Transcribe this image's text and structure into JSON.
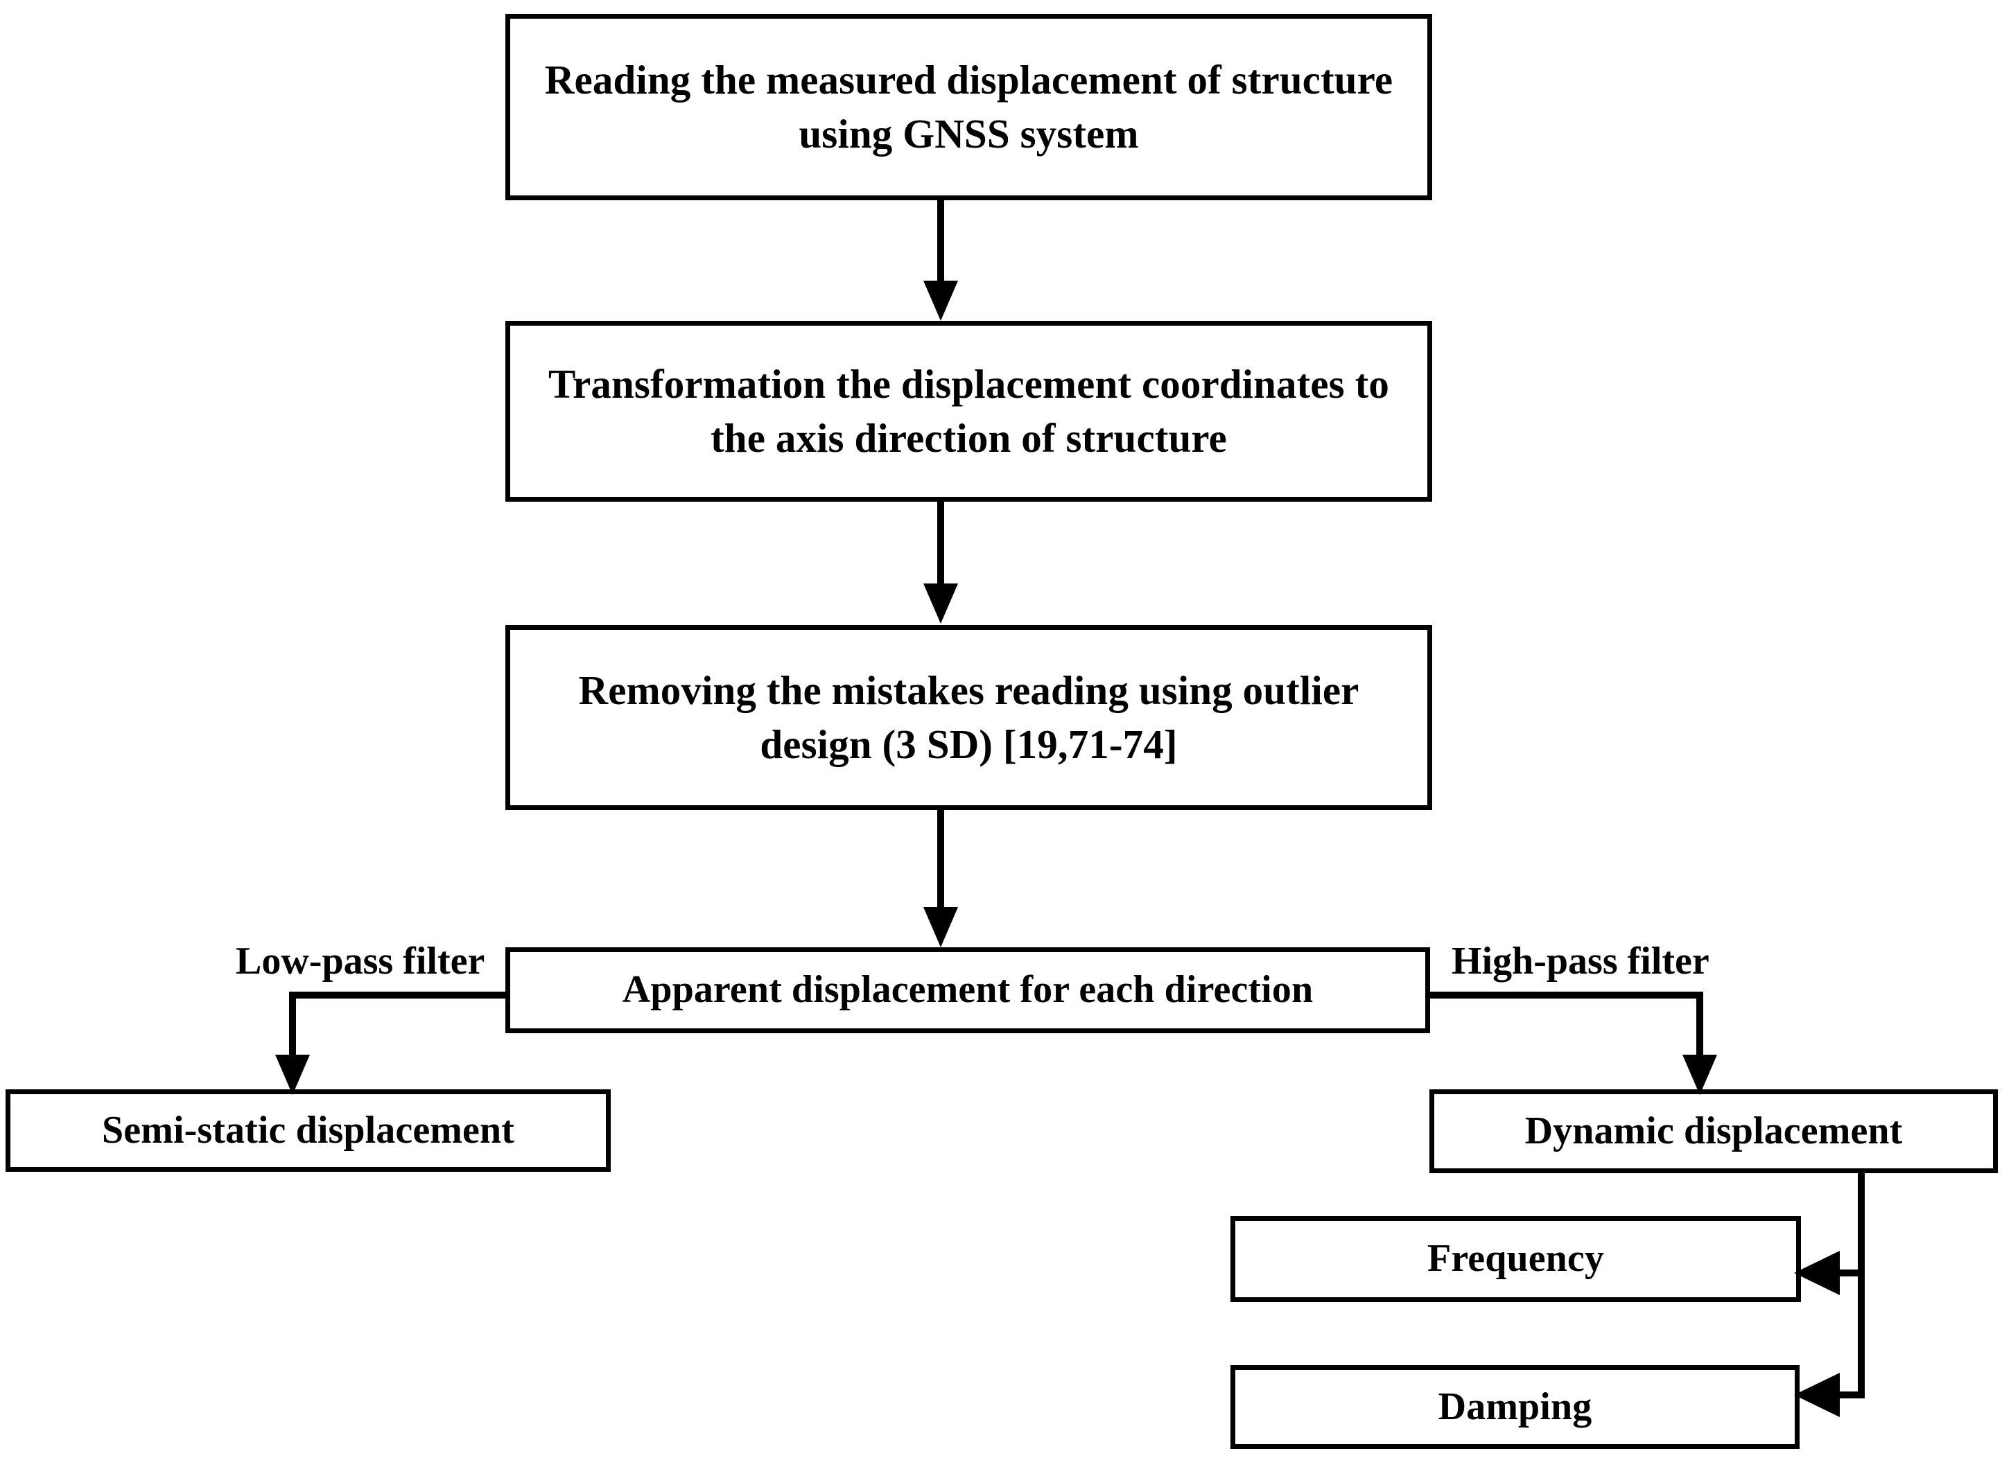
{
  "diagram": {
    "title": "GNSS structural displacement processing flowchart",
    "orientation": "top-to-bottom",
    "stroke_color": "#000000",
    "fill_color": "#ffffff",
    "nodes": [
      {
        "id": "read",
        "label": "Reading the measured displacement of structure using GNSS system",
        "shape": "rectangle"
      },
      {
        "id": "transform",
        "label": "Transformation the displacement coordinates to the axis direction of structure",
        "shape": "rectangle"
      },
      {
        "id": "outlier",
        "label": "Removing the mistakes reading using outlier design (3 SD) [19,71-74]",
        "shape": "rectangle"
      },
      {
        "id": "apparent",
        "label": "Apparent displacement for each direction",
        "shape": "rectangle"
      },
      {
        "id": "semistatic",
        "label": "Semi-static displacement",
        "shape": "rectangle"
      },
      {
        "id": "dynamic",
        "label": "Dynamic displacement",
        "shape": "rectangle"
      },
      {
        "id": "frequency",
        "label": "Frequency",
        "shape": "rectangle"
      },
      {
        "id": "damping",
        "label": "Damping",
        "shape": "rectangle"
      }
    ],
    "edges": [
      {
        "id": "e1",
        "from": "read",
        "to": "transform",
        "label": ""
      },
      {
        "id": "e2",
        "from": "transform",
        "to": "outlier",
        "label": ""
      },
      {
        "id": "e3",
        "from": "outlier",
        "to": "apparent",
        "label": ""
      },
      {
        "id": "e4",
        "from": "apparent",
        "to": "semistatic",
        "label": "Low-pass filter"
      },
      {
        "id": "e5",
        "from": "apparent",
        "to": "dynamic",
        "label": "High-pass filter"
      },
      {
        "id": "e6",
        "from": "dynamic",
        "to": "frequency",
        "label": ""
      },
      {
        "id": "e7",
        "from": "dynamic",
        "to": "damping",
        "label": ""
      }
    ],
    "edge_labels": {
      "low_pass": "Low-pass filter",
      "high_pass": "High-pass filter"
    }
  }
}
